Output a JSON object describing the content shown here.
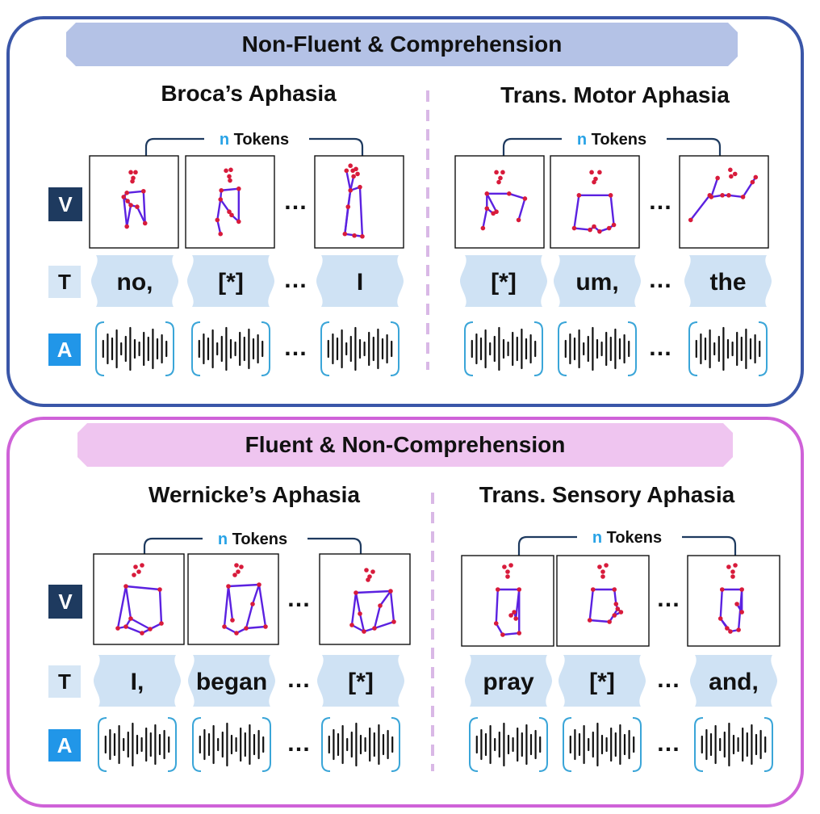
{
  "groups": [
    {
      "header": "Non-Fluent & Comprehension",
      "colors": {
        "border": "#3a56a8",
        "header_bg": "#b4c2e6"
      },
      "panels": [
        {
          "title": "Broca’s Aphasia",
          "bracket": {
            "n": "n",
            "label": "Tokens"
          },
          "tokens": [
            "no,",
            "[*]",
            "I"
          ],
          "ellipsis": "…",
          "pose_ids": [
            "p1",
            "p2",
            "p3"
          ]
        },
        {
          "title": "Trans. Motor Aphasia",
          "bracket": {
            "n": "n",
            "label": "Tokens"
          },
          "tokens": [
            "[*]",
            "um,",
            "the"
          ],
          "ellipsis": "…",
          "pose_ids": [
            "p4",
            "p5",
            "p6"
          ]
        }
      ]
    },
    {
      "header": "Fluent & Non-Comprehension",
      "colors": {
        "border": "#cf62d8",
        "header_bg": "#efc5f0"
      },
      "panels": [
        {
          "title": "Wernicke’s Aphasia",
          "bracket": {
            "n": "n",
            "label": "Tokens"
          },
          "tokens": [
            "I,",
            "began",
            "[*]"
          ],
          "ellipsis": "…",
          "pose_ids": [
            "p7",
            "p8",
            "p9"
          ]
        },
        {
          "title": "Trans. Sensory Aphasia",
          "bracket": {
            "n": "n",
            "label": "Tokens"
          },
          "tokens": [
            "pray",
            "[*]",
            "and,"
          ],
          "ellipsis": "…",
          "pose_ids": [
            "p10",
            "p11",
            "p12"
          ]
        }
      ]
    }
  ],
  "row_labels": {
    "visual": "V",
    "text": "T",
    "audio": "A"
  },
  "colors": {
    "v_badge": "#1e3a5f",
    "t_badge": "#d6e6f5",
    "a_badge": "#2196e8",
    "token_bubble": "#cfe2f4",
    "bracket_line": "#1e3a5f",
    "n_accent": "#29a3e6",
    "audio_bracket": "#3aa5d8",
    "skeleton_line": "#5b21e0",
    "skeleton_joint": "#d81b3b",
    "divider": "#d9b8e6"
  }
}
